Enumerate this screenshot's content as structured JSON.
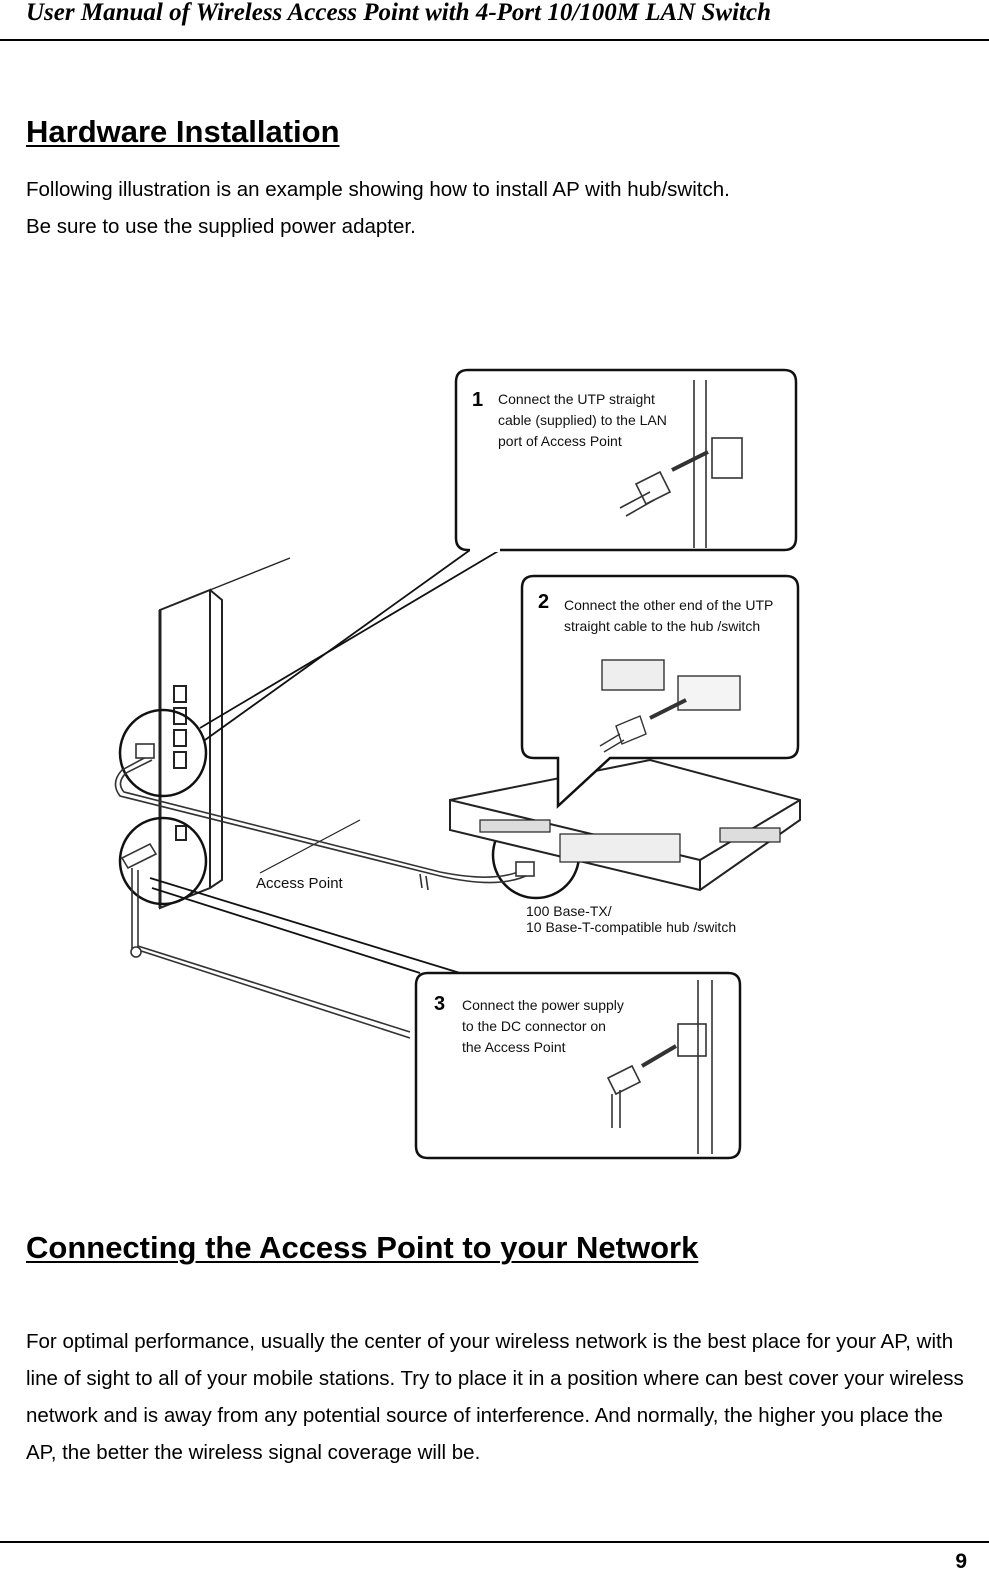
{
  "header": {
    "title": "User Manual of Wireless Access Point with 4-Port 10/100M LAN Switch"
  },
  "sections": [
    {
      "heading": "Hardware Installation",
      "paragraph_lines": [
        "Following illustration is an example showing how to install AP with hub/switch.",
        "Be sure to use the supplied power adapter."
      ]
    },
    {
      "heading": "Connecting the Access Point to your Network",
      "paragraph": "For optimal performance, usually the center of your wireless network is the best place for your AP, with line of sight to all of your mobile stations. Try to place it in a position where can best cover your wireless network and is away from any potential source of interference. And normally, the higher you place the AP, the better the wireless signal coverage will be."
    }
  ],
  "illustration": {
    "steps": [
      {
        "number": "1",
        "lines": [
          "Connect  the  UTP  straight",
          "cable  (supplied)  to  the  LAN",
          "port of Access Point"
        ]
      },
      {
        "number": "2",
        "lines": [
          "Connect the other end of the UTP",
          "straight cable to the hub /switch"
        ]
      },
      {
        "number": "3",
        "lines": [
          "Connect the power supply",
          "to  the  DC  connector  on",
          "the Access Point"
        ]
      }
    ],
    "labels": {
      "access_point": "Access Point",
      "hub_line1": "100 Base-TX/",
      "hub_line2": "10 Base-T-compatible hub /switch"
    }
  },
  "footer": {
    "page_number": "9"
  }
}
